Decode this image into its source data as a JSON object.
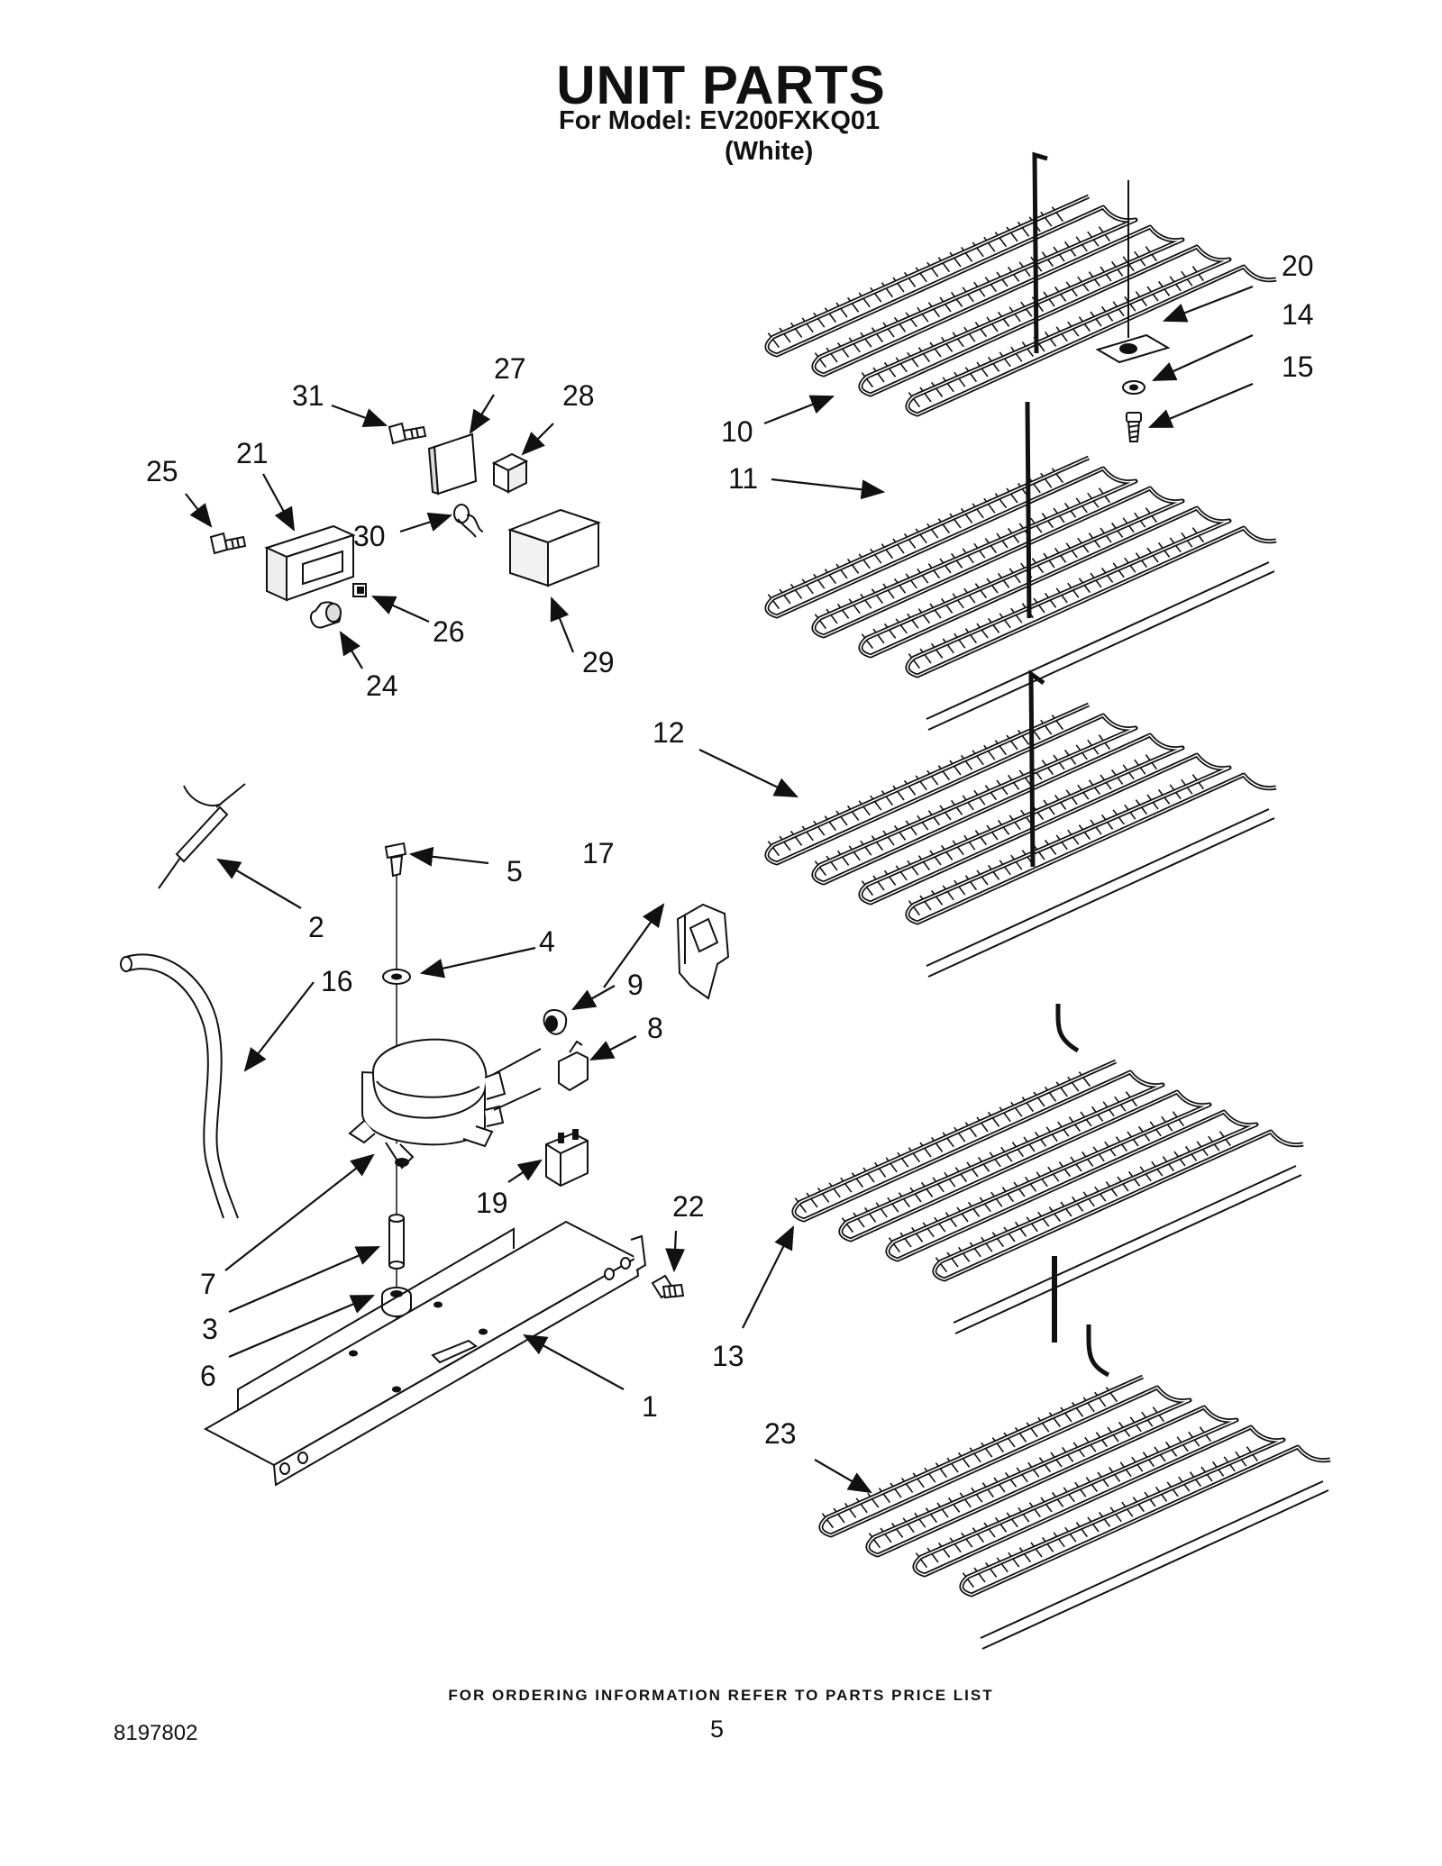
{
  "header": {
    "title": "UNIT PARTS",
    "model_line": "For Model: EV200FXKQ01",
    "color_line": "(White)"
  },
  "callouts": [
    {
      "id": "c1",
      "label": "1"
    },
    {
      "id": "c2",
      "label": "2"
    },
    {
      "id": "c3",
      "label": "3"
    },
    {
      "id": "c4",
      "label": "4"
    },
    {
      "id": "c5",
      "label": "5"
    },
    {
      "id": "c6",
      "label": "6"
    },
    {
      "id": "c7",
      "label": "7"
    },
    {
      "id": "c8",
      "label": "8"
    },
    {
      "id": "c9",
      "label": "9"
    },
    {
      "id": "c10",
      "label": "10"
    },
    {
      "id": "c11",
      "label": "11"
    },
    {
      "id": "c12",
      "label": "12"
    },
    {
      "id": "c13",
      "label": "13"
    },
    {
      "id": "c14",
      "label": "14"
    },
    {
      "id": "c15",
      "label": "15"
    },
    {
      "id": "c16",
      "label": "16"
    },
    {
      "id": "c17",
      "label": "17"
    },
    {
      "id": "c19",
      "label": "19"
    },
    {
      "id": "c20",
      "label": "20"
    },
    {
      "id": "c21",
      "label": "21"
    },
    {
      "id": "c22",
      "label": "22"
    },
    {
      "id": "c23",
      "label": "23"
    },
    {
      "id": "c24",
      "label": "24"
    },
    {
      "id": "c25",
      "label": "25"
    },
    {
      "id": "c26",
      "label": "26"
    },
    {
      "id": "c27",
      "label": "27"
    },
    {
      "id": "c28",
      "label": "28"
    },
    {
      "id": "c29",
      "label": "29"
    },
    {
      "id": "c30",
      "label": "30"
    },
    {
      "id": "c31",
      "label": "31"
    }
  ],
  "footer": {
    "note": "FOR ORDERING INFORMATION REFER TO PARTS PRICE LIST",
    "doc_number": "8197802",
    "page_number": "5"
  }
}
